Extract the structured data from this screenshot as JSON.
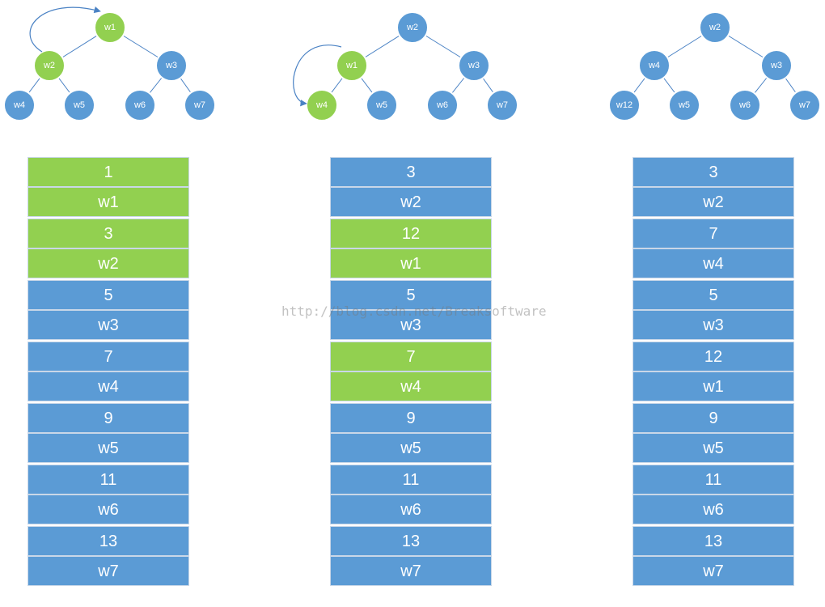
{
  "colors": {
    "blue": "#5b9bd5",
    "green": "#92d050",
    "edge": "#4a82c4"
  },
  "trees": [
    {
      "nodes": [
        "w1",
        "w2",
        "w3",
        "w4",
        "w5",
        "w6",
        "w7"
      ],
      "highlight": [
        true,
        true,
        false,
        false,
        false,
        false,
        false
      ],
      "swap_arrow": "w2-to-w1"
    },
    {
      "nodes": [
        "w2",
        "w1",
        "w3",
        "w4",
        "w5",
        "w6",
        "w7"
      ],
      "highlight": [
        false,
        true,
        false,
        true,
        false,
        false,
        false
      ],
      "swap_arrow": "w1-to-w4"
    },
    {
      "nodes": [
        "w2",
        "w4",
        "w3",
        "w12",
        "w5",
        "w6",
        "w7"
      ],
      "highlight": [
        false,
        false,
        false,
        false,
        false,
        false,
        false
      ],
      "swap_arrow": ""
    }
  ],
  "tables": [
    {
      "entries": [
        {
          "value": "1",
          "label": "w1",
          "highlight": true
        },
        {
          "value": "3",
          "label": "w2",
          "highlight": true
        },
        {
          "value": "5",
          "label": "w3",
          "highlight": false
        },
        {
          "value": "7",
          "label": "w4",
          "highlight": false
        },
        {
          "value": "9",
          "label": "w5",
          "highlight": false
        },
        {
          "value": "11",
          "label": "w6",
          "highlight": false
        },
        {
          "value": "13",
          "label": "w7",
          "highlight": false
        }
      ]
    },
    {
      "entries": [
        {
          "value": "3",
          "label": "w2",
          "highlight": false
        },
        {
          "value": "12",
          "label": "w1",
          "highlight": true
        },
        {
          "value": "5",
          "label": "w3",
          "highlight": false
        },
        {
          "value": "7",
          "label": "w4",
          "highlight": true
        },
        {
          "value": "9",
          "label": "w5",
          "highlight": false
        },
        {
          "value": "11",
          "label": "w6",
          "highlight": false
        },
        {
          "value": "13",
          "label": "w7",
          "highlight": false
        }
      ]
    },
    {
      "entries": [
        {
          "value": "3",
          "label": "w2",
          "highlight": false
        },
        {
          "value": "7",
          "label": "w4",
          "highlight": false
        },
        {
          "value": "5",
          "label": "w3",
          "highlight": false
        },
        {
          "value": "12",
          "label": "w1",
          "highlight": false
        },
        {
          "value": "9",
          "label": "w5",
          "highlight": false
        },
        {
          "value": "11",
          "label": "w6",
          "highlight": false
        },
        {
          "value": "13",
          "label": "w7",
          "highlight": false
        }
      ]
    }
  ],
  "watermark": "http://blog.csdn.net/Breaksoftware"
}
